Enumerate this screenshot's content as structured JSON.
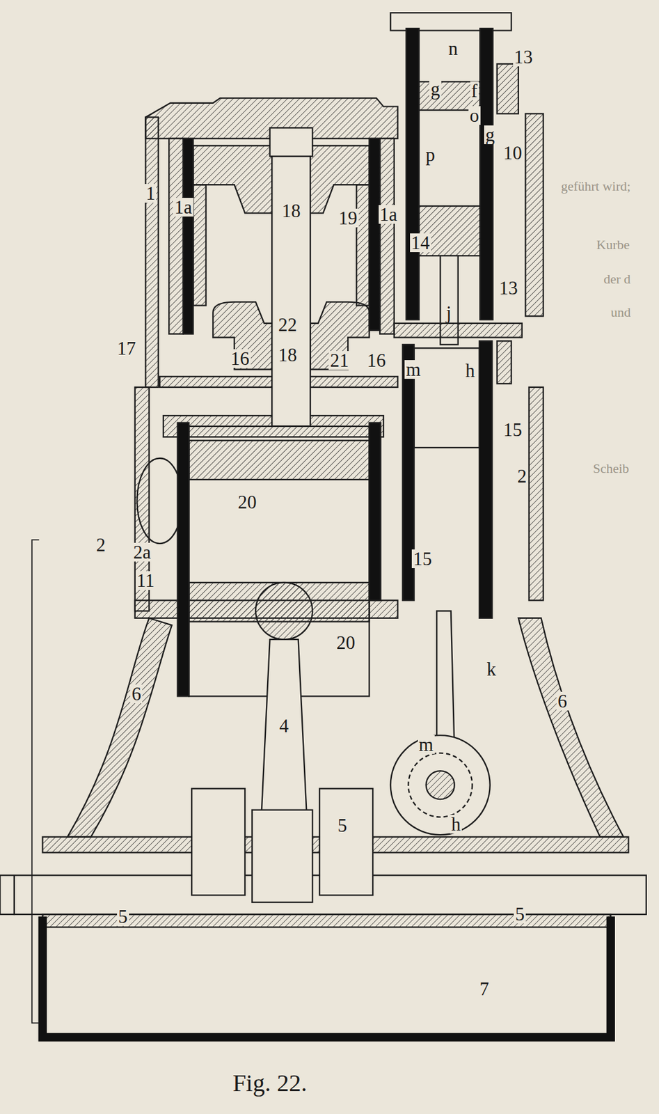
{
  "diagram": {
    "caption": "Fig. 22.",
    "labels": [
      "n",
      "13",
      "g",
      "f",
      "o",
      "g",
      "10",
      "p",
      "1",
      "1a",
      "18",
      "19",
      "1a",
      "14",
      "13",
      "j",
      "22",
      "17",
      "16",
      "18",
      "21",
      "16",
      "m",
      "h",
      "15",
      "2",
      "20",
      "2",
      "2a",
      "15",
      "11",
      "20",
      "k",
      "6",
      "6",
      "4",
      "m",
      "5",
      "h",
      "5",
      "5",
      "7",
      "geführt wird;",
      "Kurbe",
      "der d",
      "und",
      "Scheib"
    ]
  }
}
